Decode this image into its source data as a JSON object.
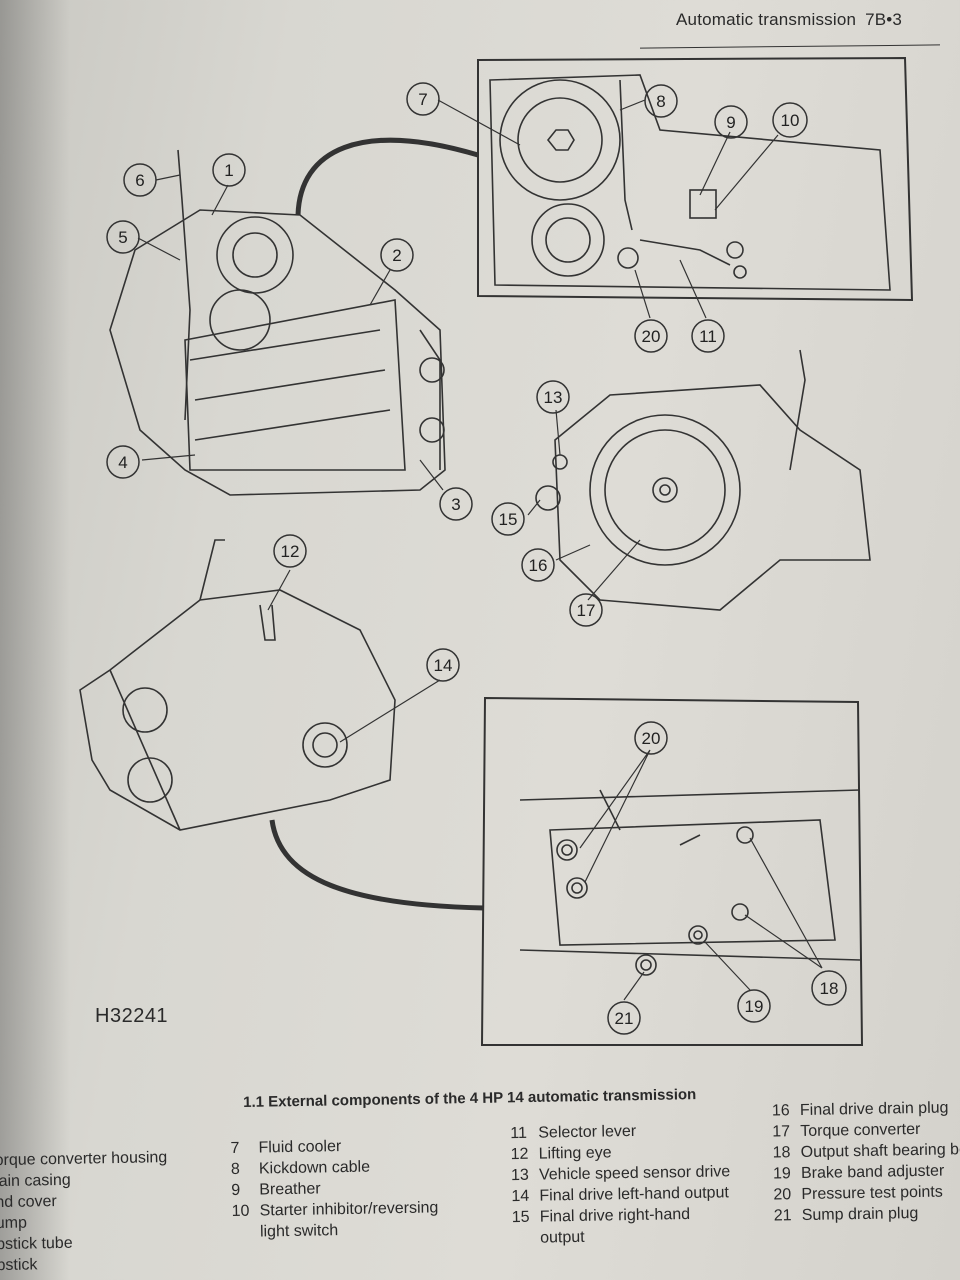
{
  "header": {
    "title": "Automatic transmission",
    "section": "7B•3"
  },
  "figure": {
    "id": "H32241",
    "caption": "1.1 External components of the 4 HP 14 automatic transmission",
    "callouts": [
      "1",
      "2",
      "3",
      "4",
      "5",
      "6",
      "7",
      "8",
      "9",
      "10",
      "11",
      "12",
      "13",
      "14",
      "15",
      "16",
      "17",
      "18",
      "19",
      "20",
      "21"
    ]
  },
  "legend": {
    "col1": [
      {
        "num": "",
        "label": "orque converter housing"
      },
      {
        "num": "",
        "label": "lain casing"
      },
      {
        "num": "",
        "label": "nd cover"
      },
      {
        "num": "",
        "label": "ump"
      },
      {
        "num": "",
        "label": "pstick tube"
      },
      {
        "num": "",
        "label": "pstick"
      }
    ],
    "col2": [
      {
        "num": "7",
        "label": "Fluid cooler"
      },
      {
        "num": "8",
        "label": "Kickdown cable"
      },
      {
        "num": "9",
        "label": "Breather"
      },
      {
        "num": "10",
        "label": "Starter inhibitor/reversing",
        "cont": "light switch"
      }
    ],
    "col3": [
      {
        "num": "11",
        "label": "Selector lever"
      },
      {
        "num": "12",
        "label": "Lifting eye"
      },
      {
        "num": "13",
        "label": "Vehicle speed sensor drive"
      },
      {
        "num": "14",
        "label": "Final drive left-hand output"
      },
      {
        "num": "15",
        "label": "Final drive right-hand",
        "cont": "output"
      }
    ],
    "col4": [
      {
        "num": "16",
        "label": "Final drive drain plug"
      },
      {
        "num": "17",
        "label": "Torque converter"
      },
      {
        "num": "18",
        "label": "Output shaft bearing bo"
      },
      {
        "num": "19",
        "label": "Brake band adjuster"
      },
      {
        "num": "20",
        "label": "Pressure test points"
      },
      {
        "num": "21",
        "label": "Sump drain plug"
      }
    ]
  }
}
